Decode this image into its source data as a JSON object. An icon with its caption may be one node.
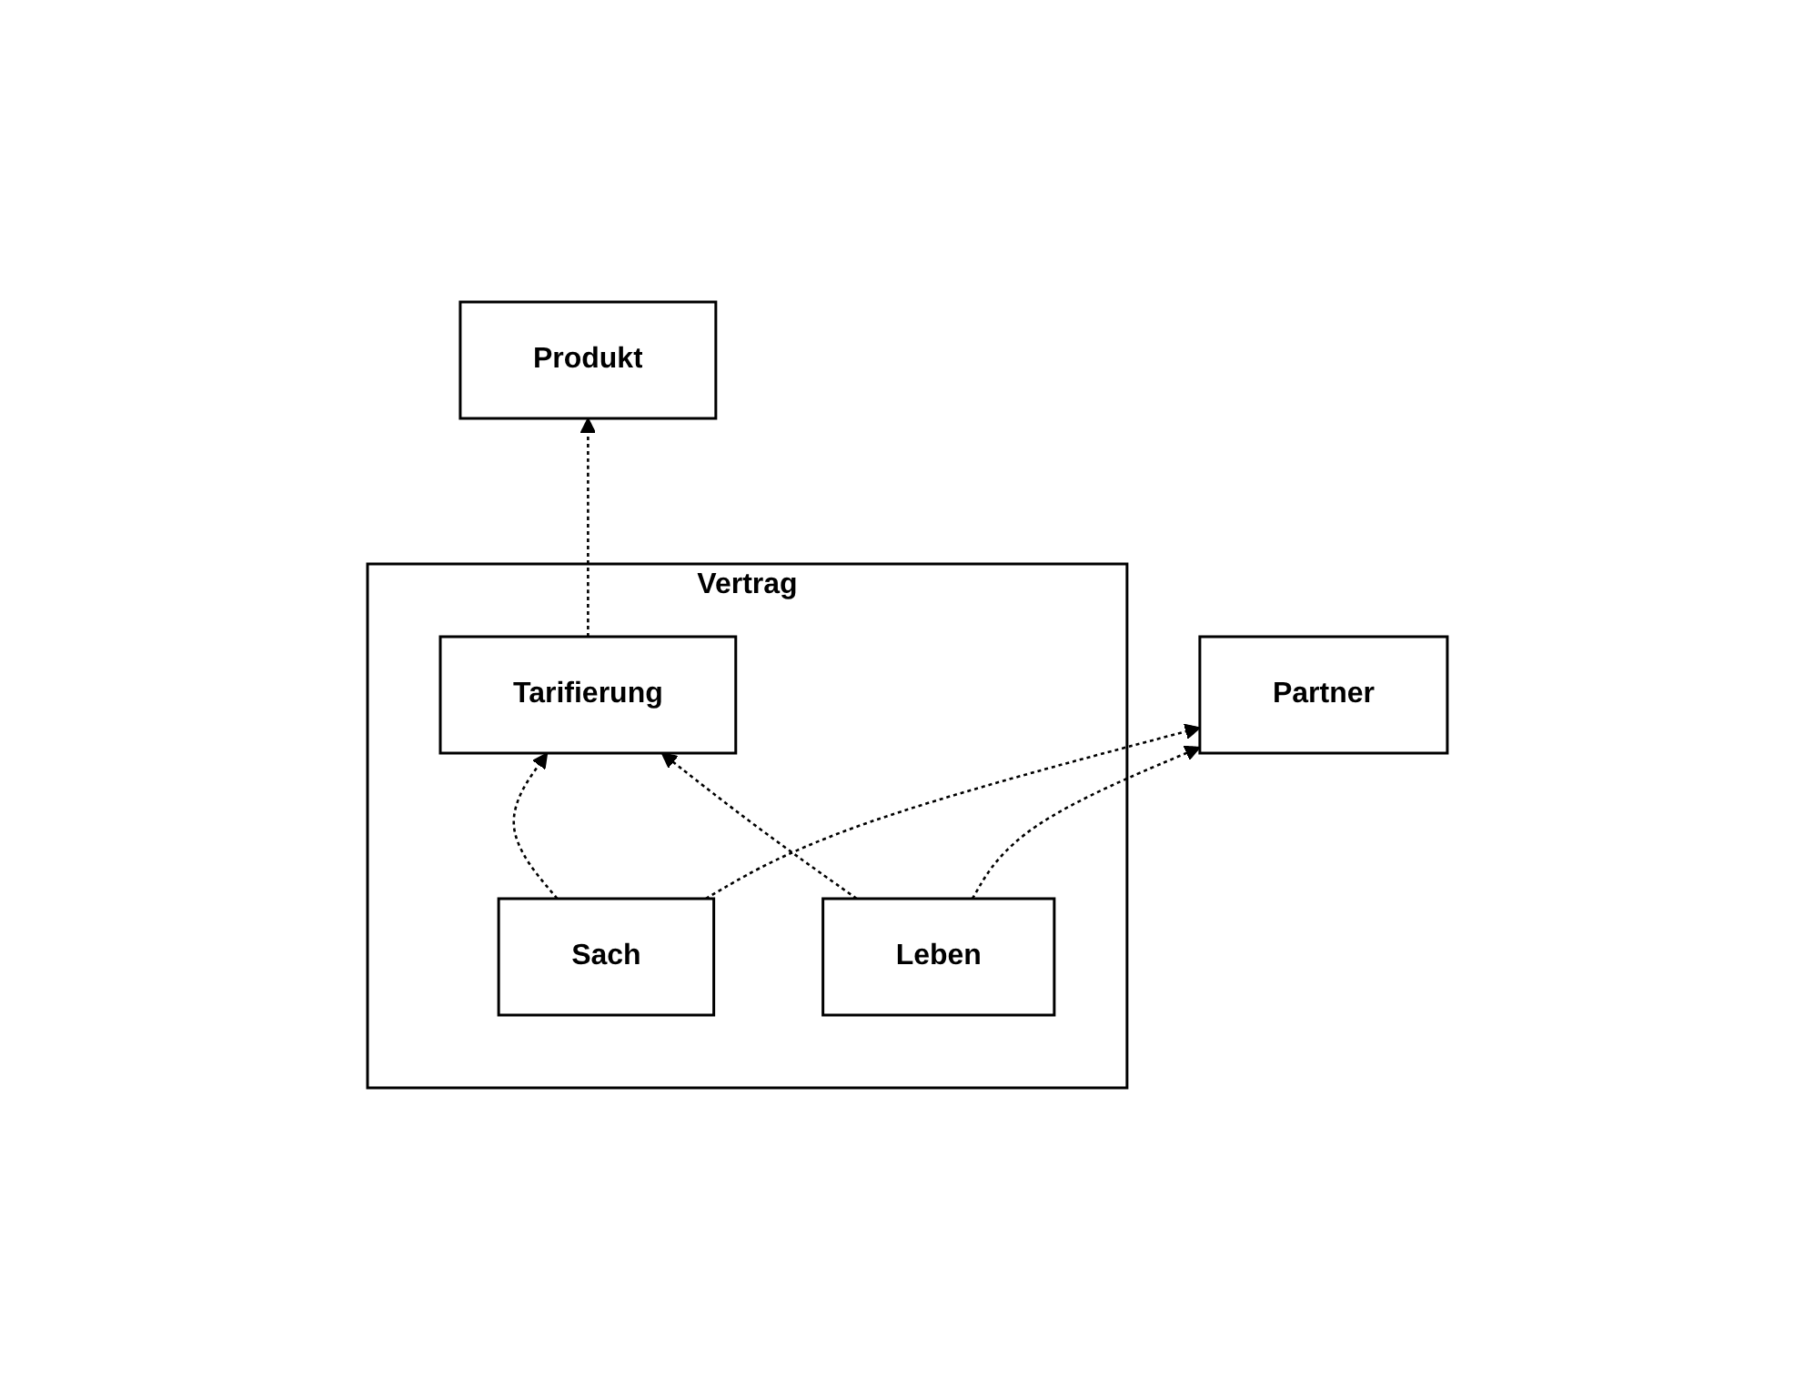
{
  "diagram": {
    "nodes": [
      {
        "text": [
          "Produkt"
        ]
      },
      {
        "text": [
          "Partner"
        ]
      },
      {
        "text": [
          "Vertrag"
        ]
      },
      {
        "text": [
          "Sach"
        ],
        "in": 2
      },
      {
        "text": [
          "Tarifierung"
        ],
        "in": 2
      },
      {
        "text": [
          "Leben"
        ],
        "in": 2
      }
    ],
    "edges": [
      {
        "from": 4,
        "to": 0,
        "arrow": "to",
        "style": "dashed"
      },
      {
        "from": 3,
        "to": 1,
        "arrow": "to",
        "style": "dashed"
      },
      {
        "from": 5,
        "to": 1,
        "arrow": "to",
        "style": "dashed"
      },
      {
        "from": 3,
        "to": 4,
        "arrow": "to",
        "style": "dashed"
      },
      {
        "from": 5,
        "to": 4,
        "arrow": "to",
        "style": "dashed"
      }
    ]
  }
}
